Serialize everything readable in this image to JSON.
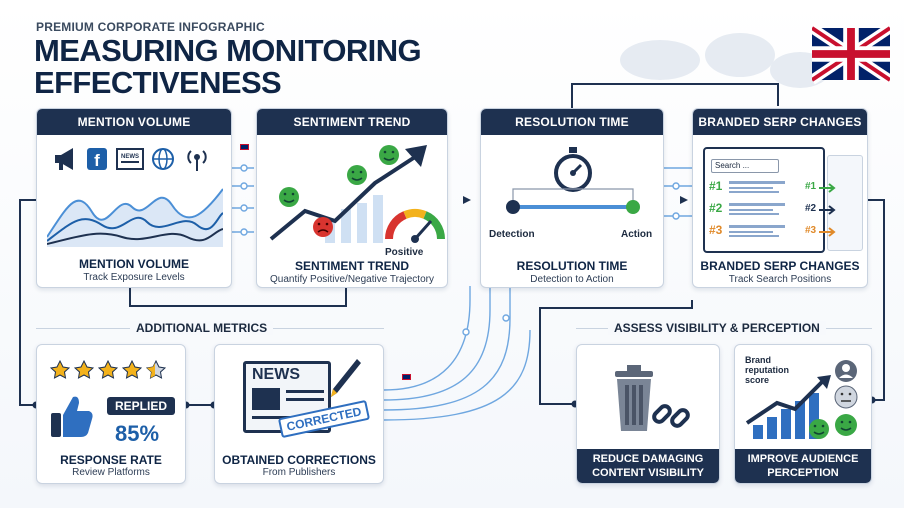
{
  "header": {
    "eyebrow": "PREMIUM CORPORATE INFOGRAPHIC",
    "title_line1": "MEASURING MONITORING",
    "title_line2": "EFFECTIVENESS"
  },
  "cards": {
    "mention": {
      "head": "MENTION VOLUME",
      "title": "MENTION VOLUME",
      "sub": "Track Exposure Levels",
      "news_icon_text": "NEWS"
    },
    "sentiment": {
      "head": "SENTIMENT TREND",
      "title": "SENTIMENT TREND",
      "sub": "Quantify Positive/Negative Trajectory",
      "gauge_label": "Positive"
    },
    "resolution": {
      "head": "RESOLUTION TIME",
      "title": "RESOLUTION TIME",
      "sub": "Detection to Action",
      "start_label": "Detection",
      "end_label": "Action"
    },
    "serp": {
      "head": "BRANDED SERP CHANGES",
      "title": "BRANDED SERP CHANGES",
      "sub": "Track Search Positions",
      "search_placeholder": "Search ...",
      "ranks": [
        "#1",
        "#2",
        "#3"
      ]
    }
  },
  "sections": {
    "additional": "ADDITIONAL METRICS",
    "assess": "ASSESS VISIBILITY & PERCEPTION"
  },
  "lower_cards": {
    "response": {
      "badge": "REPLIED",
      "percent": "85%",
      "title": "RESPONSE RATE",
      "sub": "Review Platforms"
    },
    "corrections": {
      "news_text": "NEWS",
      "stamp": "CORRECTED",
      "title": "OBTAINED CORRECTIONS",
      "sub": "From Publishers"
    },
    "reduce": {
      "foot_line1": "REDUCE DAMAGING",
      "foot_line2": "CONTENT VISIBILITY"
    },
    "improve": {
      "chart_label_line1": "Brand",
      "chart_label_line2": "reputation",
      "chart_label_line3": "score",
      "foot_line1": "IMPROVE AUDIENCE",
      "foot_line2": "PERCEPTION"
    }
  },
  "colors": {
    "navy": "#1e3150",
    "blue": "#1d5fa8",
    "green": "#3aa845",
    "red": "#d8342f",
    "orange": "#e08a2a",
    "star": "#f3b21c"
  },
  "icons": [
    "megaphone-icon",
    "facebook-icon",
    "news-icon",
    "globe-icon",
    "broadcast-icon",
    "stopwatch-icon",
    "thumbs-up-icon",
    "trash-icon",
    "broken-link-icon",
    "pen-icon",
    "user-icon",
    "uk-flag-icon"
  ],
  "ratings": {
    "stars": 4.5,
    "max": 5
  }
}
